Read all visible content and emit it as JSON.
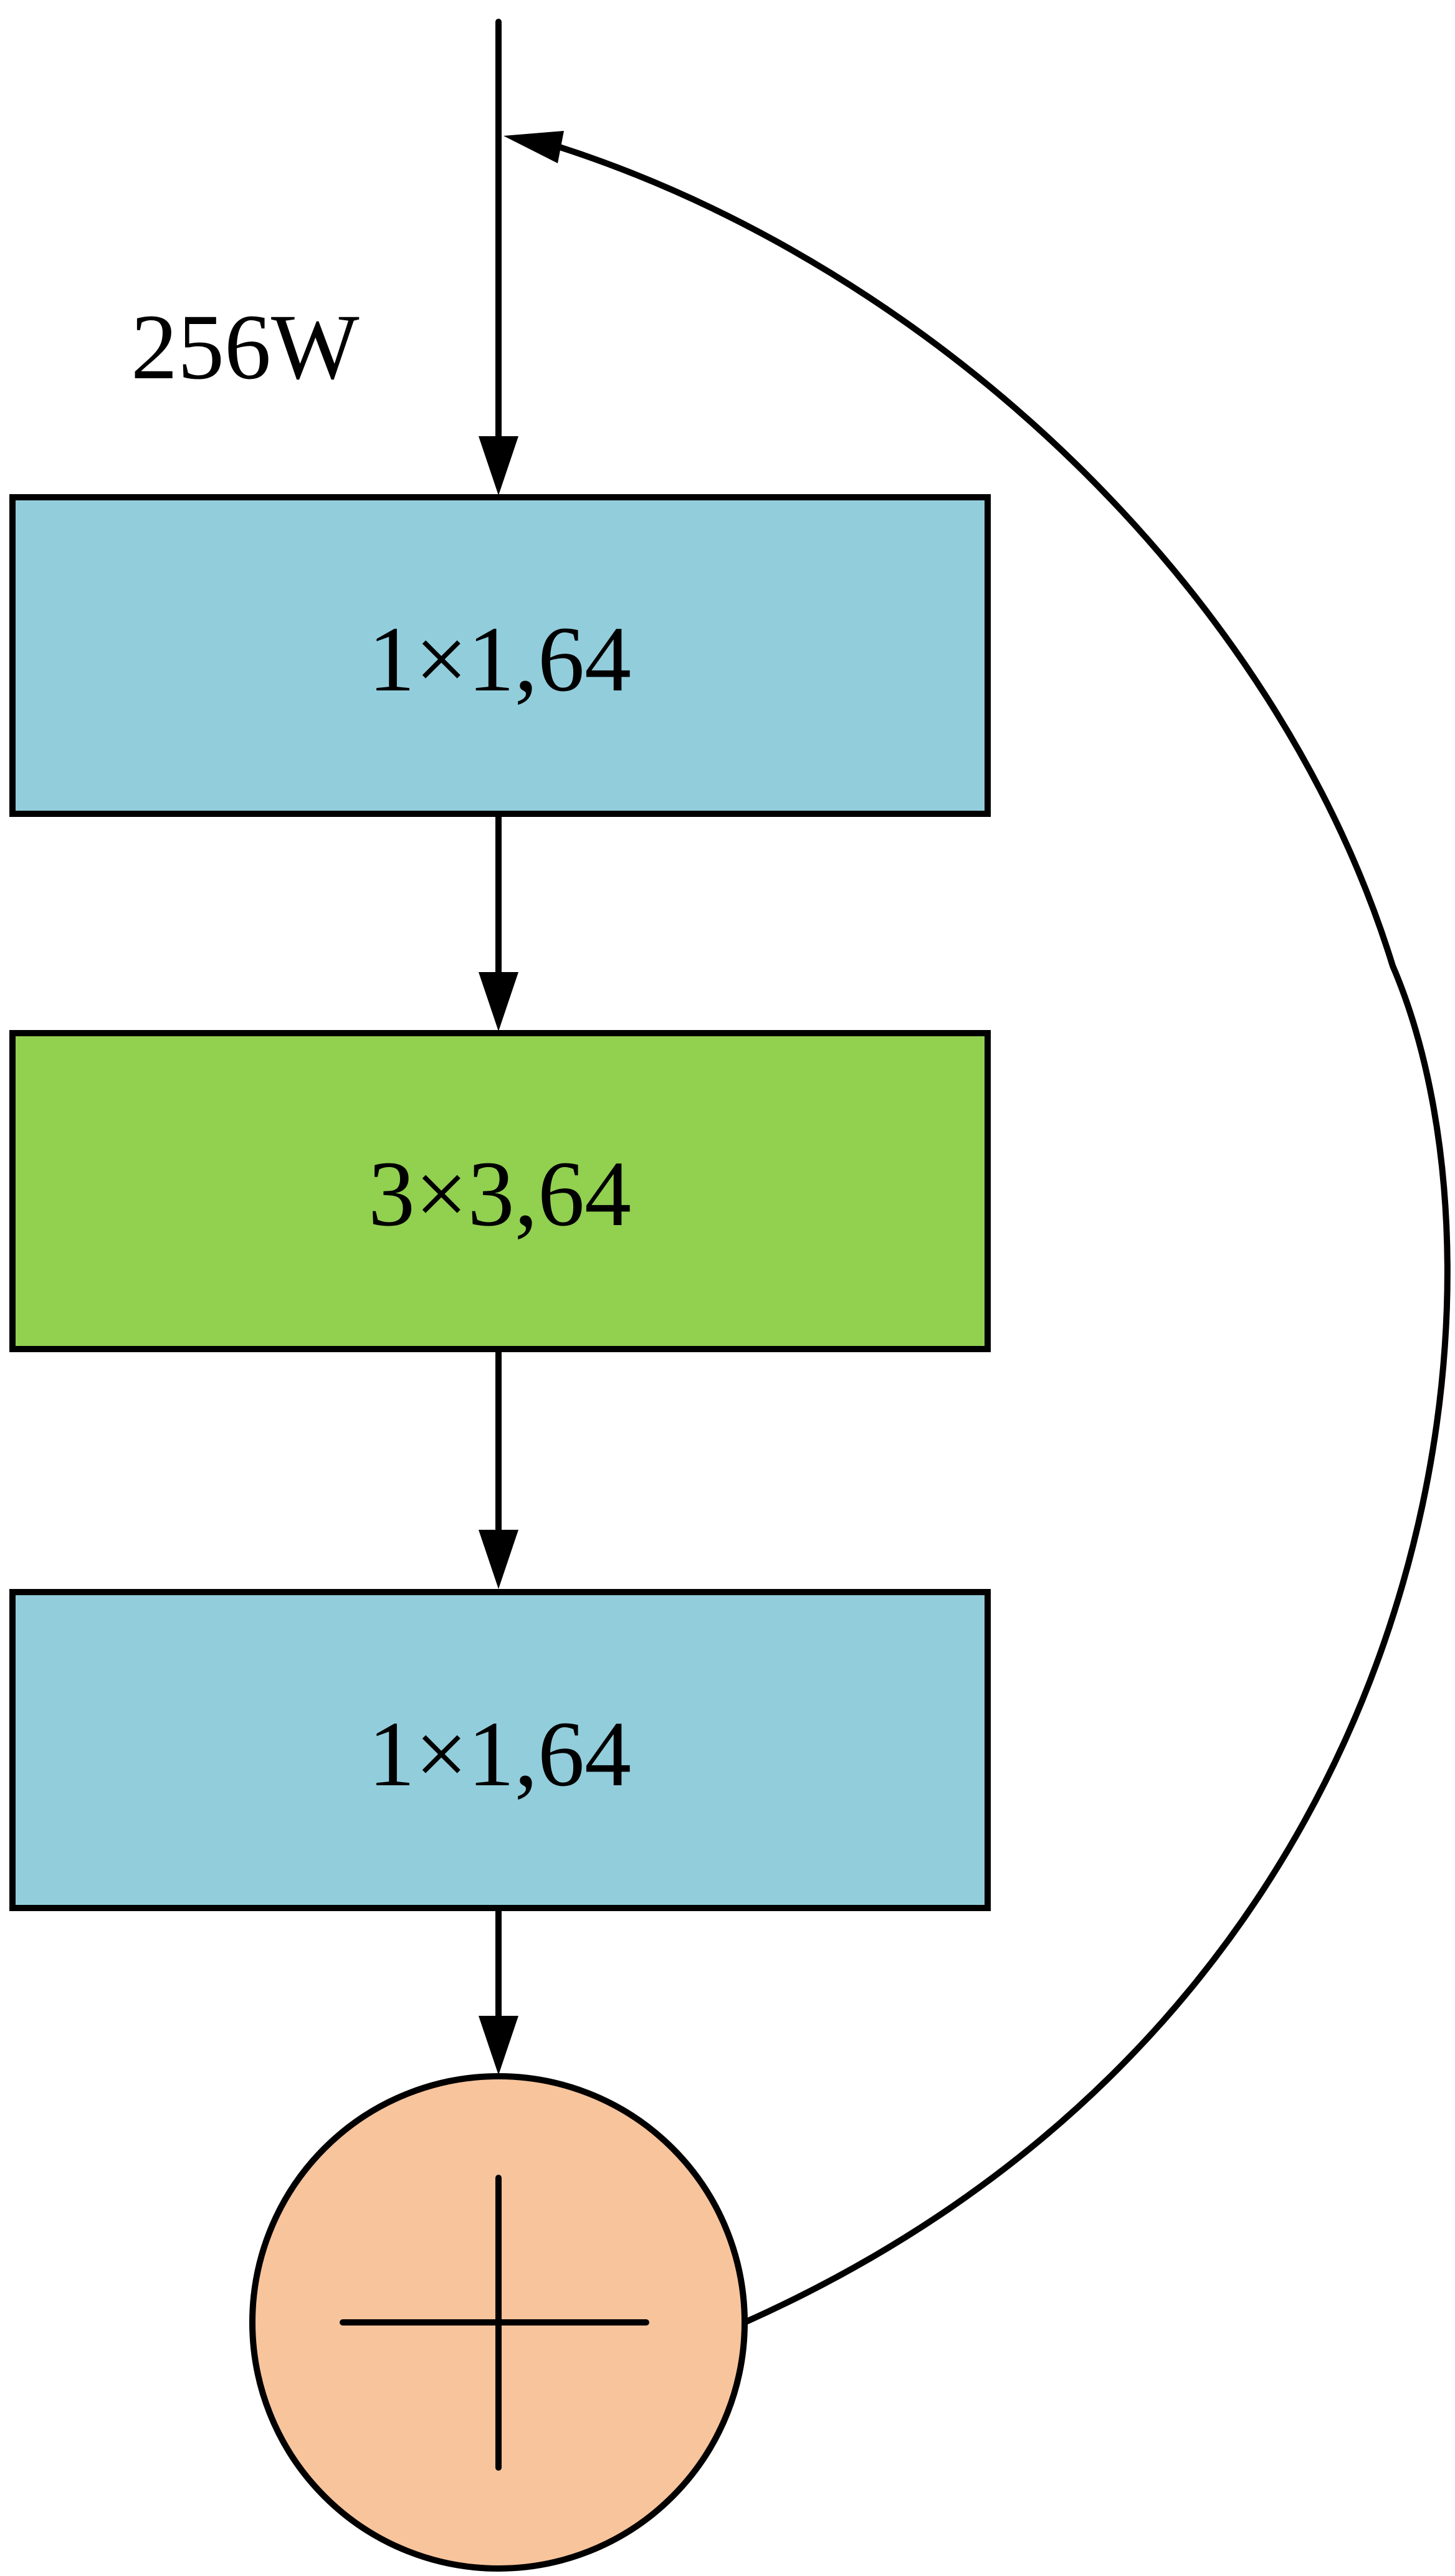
{
  "input_label": "256W",
  "blocks": [
    {
      "label": "1×1,64",
      "color": "#92CDDC"
    },
    {
      "label": "3×3,64",
      "color": "#92D050"
    },
    {
      "label": "1×1,64",
      "color": "#92CDDC"
    }
  ],
  "sum_node": {
    "symbol": "plus",
    "color": "#F8C49C"
  },
  "stroke_color": "#000000"
}
